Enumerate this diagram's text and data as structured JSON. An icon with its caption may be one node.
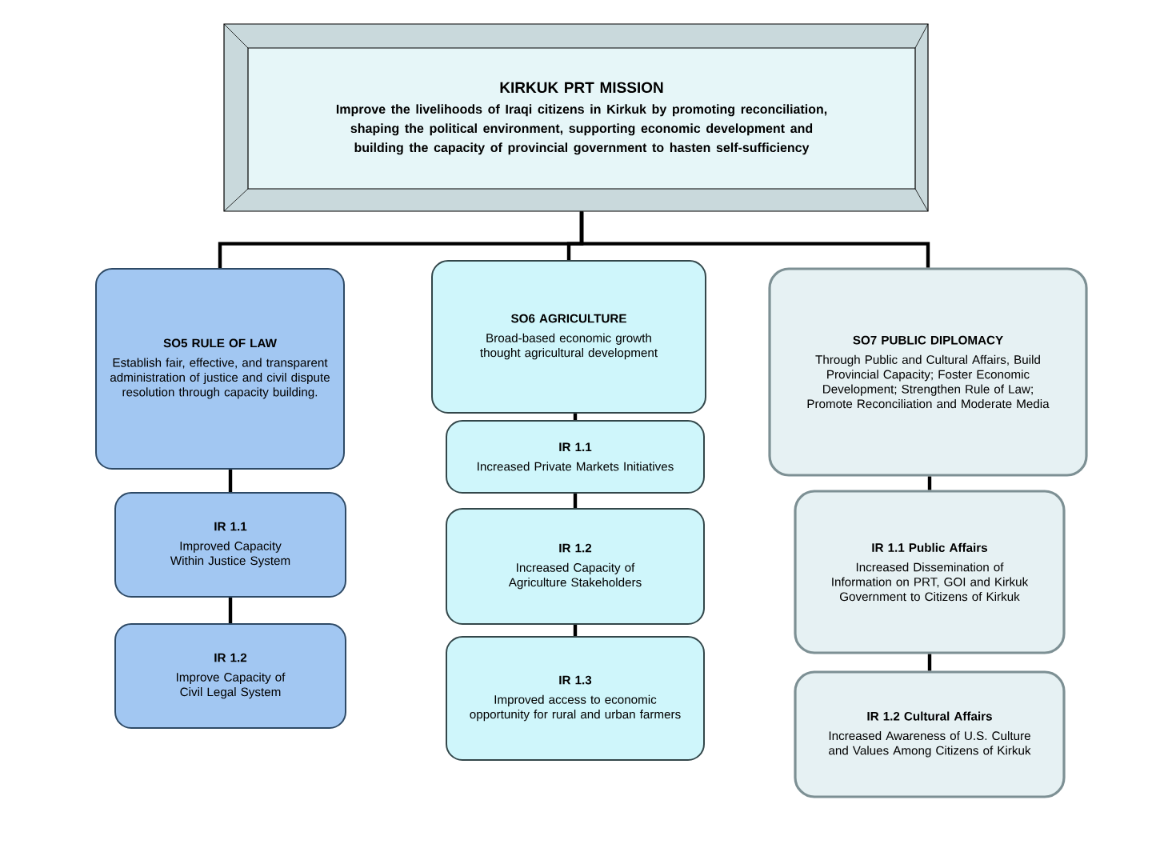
{
  "diagram": {
    "nodes": [
      {
        "text": [
          "KIRKUK PRT MISSION",
          "Improve the livelihoods of Iraqi citizens in Kirkuk by promoting reconciliation, shaping the political environment, supporting economic development and building the capacity of provincial government to hasten self-sufficiency"
        ]
      },
      {
        "text": [
          "SO5 RULE OF LAW",
          "Establish fair, effective, and transparent administration of justice and civil dispute resolution through capacity building."
        ]
      },
      {
        "text": [
          "IR 1.1",
          "Improved Capacity Within Justice System"
        ]
      },
      {
        "text": [
          "IR 1.2",
          "Improve Capacity of Civil Legal System"
        ]
      },
      {
        "text": [
          "SO6 AGRICULTURE",
          "Broad-based economic growth  thought agricultural development"
        ]
      },
      {
        "text": [
          "IR 1.1",
          "Increased Private Markets Initiatives"
        ]
      },
      {
        "text": [
          "IR 1.2",
          "Increased Capacity of Agriculture Stakeholders"
        ]
      },
      {
        "text": [
          "IR 1.3",
          "Improved access to economic opportunity for rural and urban farmers"
        ]
      },
      {
        "text": [
          "SO7 PUBLIC DIPLOMACY",
          "Through Public and Cultural Affairs, Build Provincial Capacity; Foster Economic Development; Strengthen Rule of Law; Promote Reconciliation and Moderate Media"
        ]
      },
      {
        "text": [
          "IR 1.1 Public Affairs",
          "Increased Dissemination of Information on PRT, GOI and Kirkuk Government to Citizens of Kirkuk"
        ]
      },
      {
        "text": [
          "IR 1.2 Cultural Affairs",
          "Increased Awareness of U.S. Culture and Values Among Citizens of Kirkuk"
        ]
      }
    ],
    "edges": [
      {
        "from": 0,
        "to": 1,
        "arrow": "none"
      },
      {
        "from": 0,
        "to": 4,
        "arrow": "none"
      },
      {
        "from": 0,
        "to": 8,
        "arrow": "none"
      },
      {
        "from": 1,
        "to": 2,
        "arrow": "none"
      },
      {
        "from": 2,
        "to": 3,
        "arrow": "none"
      },
      {
        "from": 4,
        "to": 5,
        "arrow": "none"
      },
      {
        "from": 5,
        "to": 6,
        "arrow": "none"
      },
      {
        "from": 6,
        "to": 7,
        "arrow": "none"
      },
      {
        "from": 8,
        "to": 9,
        "arrow": "none"
      },
      {
        "from": 9,
        "to": 10,
        "arrow": "none"
      }
    ]
  }
}
